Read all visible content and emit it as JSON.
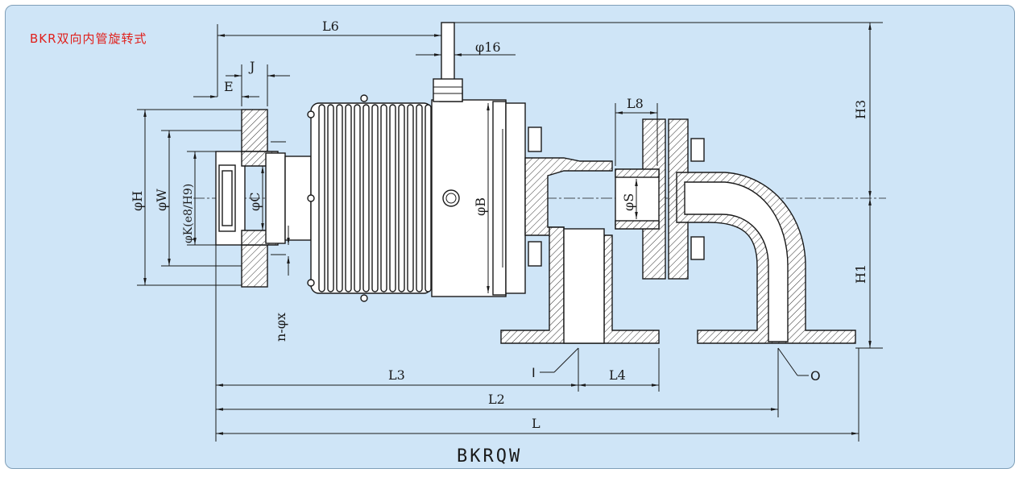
{
  "header": {
    "title": "BKR双向内管旋转式"
  },
  "footer": {
    "model": "BKRQW"
  },
  "dimensions": {
    "L6": "L6",
    "phi16": "φ16",
    "J": "J",
    "E": "E",
    "L8": "L8",
    "H3": "H3",
    "H1": "H1",
    "phiH": "φH",
    "phiW": "φW",
    "phiK": "φK(e8/H9)",
    "phiC": "φC",
    "phiB": "φB",
    "phiS": "φS",
    "nphix": "n-φx",
    "L3": "L3",
    "L4": "L4",
    "L2": "L2",
    "L": "L",
    "I": "I",
    "O": "O"
  },
  "colors": {
    "panel": "#cfe5f7",
    "title": "#e0201c",
    "ink": "#1a1a1a"
  }
}
